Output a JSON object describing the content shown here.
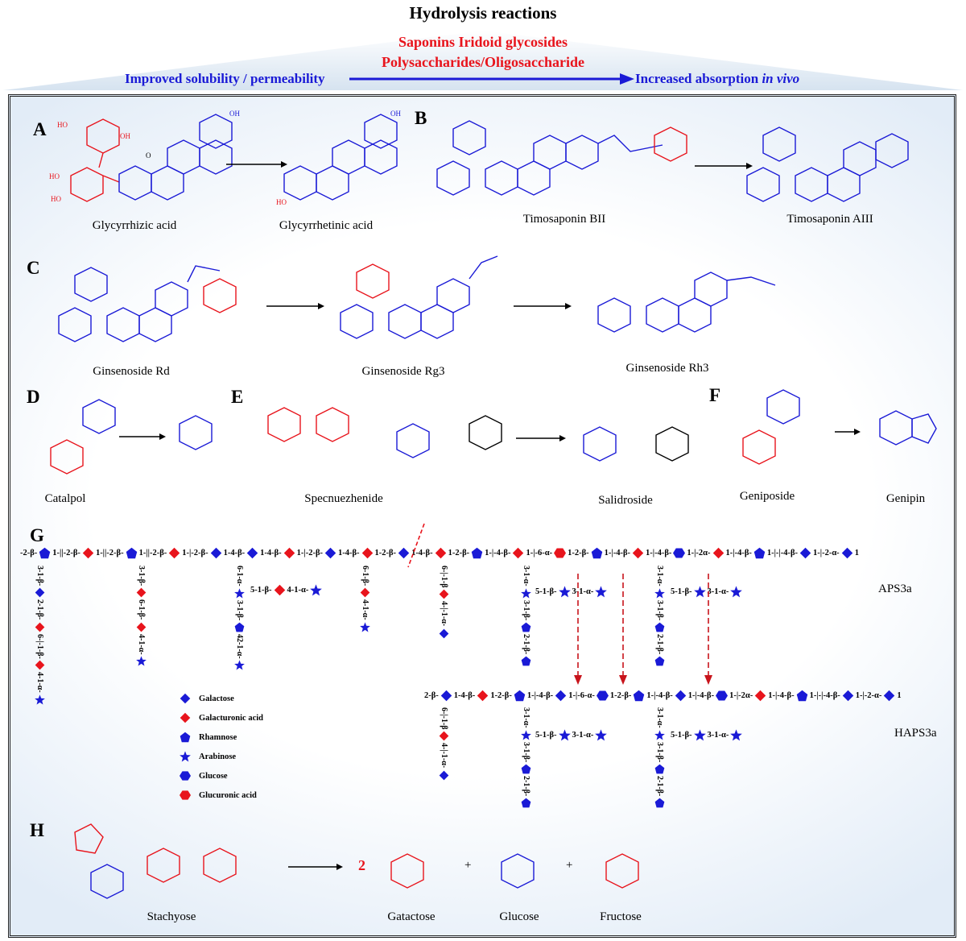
{
  "header": {
    "title": "Hydrolysis reactions",
    "red_line1": "Saponins   Iridoid glycosides",
    "red_line2": "Polysaccharides/Oligosaccharide",
    "left_text": "Improved solubility / permeability",
    "right_text": "Increased absorption",
    "right_text_italic": "in vivo"
  },
  "colors": {
    "red": "#e8141c",
    "blue": "#1a1ad6",
    "black": "#000000"
  },
  "panels": {
    "A": {
      "label": "A",
      "from": "Glycyrrhizic acid",
      "to": "Glycyrrhetinic acid"
    },
    "B": {
      "label": "B",
      "from": "Timosaponin BII",
      "to": "Timosaponin AIII"
    },
    "C": {
      "label": "C",
      "from": "Ginsenoside Rd",
      "mid": "Ginsenoside Rg3",
      "to": "Ginsenoside Rh3"
    },
    "D": {
      "label": "D",
      "from": "Catalpol"
    },
    "E": {
      "label": "E",
      "from": "Specnuezhenide",
      "to": "Salidroside"
    },
    "F": {
      "label": "F",
      "from": "Geniposide",
      "to": "Genipin"
    },
    "G": {
      "label": "G",
      "chain1": "APS3a",
      "chain2": "HAPS3a"
    },
    "H": {
      "label": "H",
      "from": "Stachyose",
      "prod1": "Gatactose",
      "prod1_coef": "2",
      "prod2": "Glucose",
      "prod3": "Fructose",
      "plus": "+"
    }
  },
  "atoms": {
    "oh": "OH",
    "ho": "HO",
    "o": "O"
  },
  "legend": [
    {
      "name": "Galactose",
      "shape": "diamond",
      "color": "blue"
    },
    {
      "name": "Galacturonic acid",
      "shape": "diamond",
      "color": "red"
    },
    {
      "name": "Rhamnose",
      "shape": "pentagon",
      "color": "blue"
    },
    {
      "name": "Arabinose",
      "shape": "star",
      "color": "blue"
    },
    {
      "name": "Glucose",
      "shape": "hexagon",
      "color": "blue"
    },
    {
      "name": "Glucuronic acid",
      "shape": "hexagon",
      "color": "red"
    }
  ],
  "aps3a_main": [
    [
      "text",
      "-2-β-"
    ],
    [
      "pentagon",
      "blue"
    ],
    [
      "text",
      "1-||-2-β-"
    ],
    [
      "diamond",
      "red"
    ],
    [
      "text",
      "1-||-2-β-"
    ],
    [
      "pentagon",
      "blue"
    ],
    [
      "text",
      "1-||-2-β-"
    ],
    [
      "diamond",
      "red"
    ],
    [
      "text",
      "1-|-2-β-"
    ],
    [
      "diamond",
      "blue"
    ],
    [
      "text",
      "1-4-β-"
    ],
    [
      "diamond",
      "blue"
    ],
    [
      "text",
      "1-4-β-"
    ],
    [
      "diamond",
      "red"
    ],
    [
      "text",
      "1-|-2-β-"
    ],
    [
      "diamond",
      "blue"
    ],
    [
      "text",
      "1-4-β-"
    ],
    [
      "diamond",
      "red"
    ],
    [
      "text",
      "1-2-β-"
    ],
    [
      "diamond",
      "blue"
    ],
    [
      "text",
      "1-4-β-"
    ],
    [
      "diamond",
      "red"
    ],
    [
      "text",
      "1-2-β-"
    ],
    [
      "pentagon",
      "blue"
    ],
    [
      "text",
      "1-|-4-β-"
    ],
    [
      "diamond",
      "red"
    ],
    [
      "text",
      "1-|-6-α-"
    ],
    [
      "hexagon",
      "red"
    ],
    [
      "text",
      "1-2-β-"
    ],
    [
      "pentagon",
      "blue"
    ],
    [
      "text",
      "1-|-4-β-"
    ],
    [
      "diamond",
      "red"
    ],
    [
      "text",
      "1-|-4-β-"
    ],
    [
      "hexagon",
      "blue"
    ],
    [
      "text",
      "1-|-2α-"
    ],
    [
      "diamond",
      "red"
    ],
    [
      "text",
      "1-|-4-β-"
    ],
    [
      "pentagon",
      "blue"
    ],
    [
      "text",
      "1-|-|-4-β-"
    ],
    [
      "diamond",
      "blue"
    ],
    [
      "text",
      "1-|-2-α-"
    ],
    [
      "diamond",
      "blue"
    ],
    [
      "text",
      "1"
    ]
  ],
  "haps3a_main": [
    [
      "text",
      "2-β-"
    ],
    [
      "diamond",
      "blue"
    ],
    [
      "text",
      "1-4-β-"
    ],
    [
      "diamond",
      "red"
    ],
    [
      "text",
      "1-2-β-"
    ],
    [
      "pentagon",
      "blue"
    ],
    [
      "text",
      "1-|-4-β-"
    ],
    [
      "diamond",
      "blue"
    ],
    [
      "text",
      "1-|-6-α-"
    ],
    [
      "hexagon",
      "blue"
    ],
    [
      "text",
      "1-2-β-"
    ],
    [
      "pentagon",
      "blue"
    ],
    [
      "text",
      "1-|-4-β-"
    ],
    [
      "diamond",
      "blue"
    ],
    [
      "text",
      "1-|-4-β-"
    ],
    [
      "hexagon",
      "blue"
    ],
    [
      "text",
      "1-|-2α-"
    ],
    [
      "diamond",
      "red"
    ],
    [
      "text",
      "1-|-4-β-"
    ],
    [
      "pentagon",
      "blue"
    ],
    [
      "text",
      "1-|-|-4-β-"
    ],
    [
      "diamond",
      "blue"
    ],
    [
      "text",
      "1-|-2-α-"
    ],
    [
      "diamond",
      "blue"
    ],
    [
      "text",
      "1"
    ]
  ],
  "branches": {
    "b1": [
      [
        "text",
        "3-1-β-"
      ],
      [
        "diamond",
        "blue"
      ],
      [
        "text",
        "2-1-β-"
      ],
      [
        "diamond",
        "red"
      ],
      [
        "text",
        "6-|-1-β-"
      ],
      [
        "diamond",
        "red"
      ],
      [
        "text",
        "4-1-α-"
      ],
      [
        "star",
        "blue"
      ]
    ],
    "b2": [
      [
        "text",
        "3-1-β-"
      ],
      [
        "diamond",
        "red"
      ],
      [
        "text",
        "6-1-β-"
      ],
      [
        "diamond",
        "red"
      ],
      [
        "text",
        "4-1-α-"
      ],
      [
        "star",
        "blue"
      ]
    ],
    "b3": [
      [
        "text",
        "6-1-α-"
      ],
      [
        "star",
        "blue"
      ],
      [
        "text",
        "3-1-β-"
      ],
      [
        "pentagon",
        "blue"
      ],
      [
        "text",
        "42-1-α-"
      ],
      [
        "star",
        "blue"
      ]
    ],
    "b3h": [
      [
        "text",
        "5-1-β-"
      ],
      [
        "diamond",
        "red"
      ],
      [
        "text",
        "4-1-α-"
      ],
      [
        "star",
        "blue"
      ]
    ],
    "b4": [
      [
        "text",
        "6-1-β-"
      ],
      [
        "diamond",
        "red"
      ],
      [
        "text",
        "4-1-α-"
      ],
      [
        "star",
        "blue"
      ]
    ],
    "b5": [
      [
        "text",
        "6-|-1-β"
      ],
      [
        "diamond",
        "red"
      ],
      [
        "text",
        "4-|-1-α-"
      ],
      [
        "diamond",
        "blue"
      ]
    ],
    "b6": [
      [
        "text",
        "3-1-α-"
      ],
      [
        "star",
        "blue"
      ],
      [
        "text",
        "3-1-β-"
      ],
      [
        "pentagon",
        "blue"
      ],
      [
        "text",
        "2-1-β-"
      ],
      [
        "pentagon",
        "blue"
      ]
    ],
    "b6h": [
      [
        "text",
        "5-1-β-"
      ],
      [
        "star",
        "blue"
      ],
      [
        "text",
        "3-1-α-"
      ],
      [
        "star",
        "blue"
      ]
    ],
    "b7": [
      [
        "text",
        "3-1-α-"
      ],
      [
        "star",
        "blue"
      ],
      [
        "text",
        "3-1-β-"
      ],
      [
        "pentagon",
        "blue"
      ],
      [
        "text",
        "2-1-β-"
      ],
      [
        "pentagon",
        "blue"
      ]
    ],
    "b7h": [
      [
        "text",
        "5-1-β-"
      ],
      [
        "star",
        "blue"
      ],
      [
        "text",
        "3-1-α-"
      ],
      [
        "star",
        "blue"
      ]
    ],
    "hb1": [
      [
        "text",
        "6-|-1-β"
      ],
      [
        "diamond",
        "red"
      ],
      [
        "text",
        "4-|-1-α-"
      ],
      [
        "diamond",
        "blue"
      ]
    ],
    "hb2": [
      [
        "text",
        "3-1-α-"
      ],
      [
        "star",
        "blue"
      ],
      [
        "text",
        "3-1-β-"
      ],
      [
        "pentagon",
        "blue"
      ],
      [
        "text",
        "2-1-β-"
      ],
      [
        "pentagon",
        "blue"
      ]
    ],
    "hb2h": [
      [
        "text",
        "5-1-β-"
      ],
      [
        "star",
        "blue"
      ],
      [
        "text",
        "3-1-α-"
      ],
      [
        "star",
        "blue"
      ]
    ],
    "hb3": [
      [
        "text",
        "3-1-α-"
      ],
      [
        "star",
        "blue"
      ],
      [
        "text",
        "3-1-β-"
      ],
      [
        "pentagon",
        "blue"
      ],
      [
        "text",
        "2-1-β-"
      ],
      [
        "pentagon",
        "blue"
      ]
    ],
    "hb3h": [
      [
        "text",
        "5-1-β-"
      ],
      [
        "star",
        "blue"
      ],
      [
        "text",
        "3-1-α-"
      ],
      [
        "star",
        "blue"
      ]
    ]
  }
}
